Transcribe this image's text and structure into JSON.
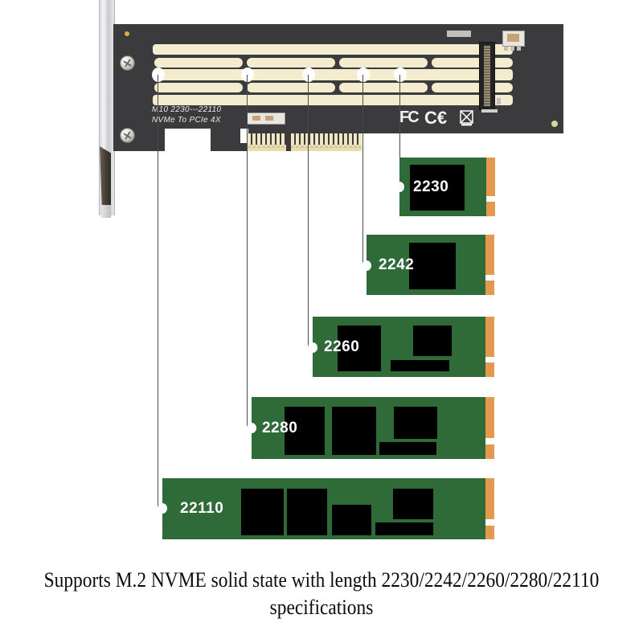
{
  "product": {
    "card": {
      "silkscreen_line1": "M10  2230---22110",
      "silkscreen_line2": "NVMe To PCIe 4X",
      "certifications": [
        "FC",
        "C",
        "E"
      ],
      "weee_mark": "crossed-out-wheelie-bin",
      "pcb_color": "#3b3b3d",
      "pad_color": "#f3eccf",
      "gold_color": "#efe6c4"
    },
    "bracket": {
      "name": "pcie-low-profile-bracket",
      "color": "#e0e1e3"
    }
  },
  "ssd_modules": [
    {
      "label": "2230",
      "name": "ssd-2230",
      "pcb_color": "#2f6b39",
      "connector_color": "#e49a4e",
      "chip_count": 1
    },
    {
      "label": "2242",
      "name": "ssd-2242",
      "pcb_color": "#2f6b39",
      "connector_color": "#e49a4e",
      "chip_count": 1
    },
    {
      "label": "2260",
      "name": "ssd-2260",
      "pcb_color": "#2f6b39",
      "connector_color": "#e49a4e",
      "chip_count": 3
    },
    {
      "label": "2280",
      "name": "ssd-2280",
      "pcb_color": "#2f6b39",
      "connector_color": "#e49a4e",
      "chip_count": 4
    },
    {
      "label": "22110",
      "name": "ssd-22110",
      "pcb_color": "#2f6b39",
      "connector_color": "#e49a4e",
      "chip_count": 5
    }
  ],
  "caption": {
    "line1": "Supports M.2 NVME solid state with length 2230/2242/2260/2280/22110",
    "line2": "specifications"
  }
}
